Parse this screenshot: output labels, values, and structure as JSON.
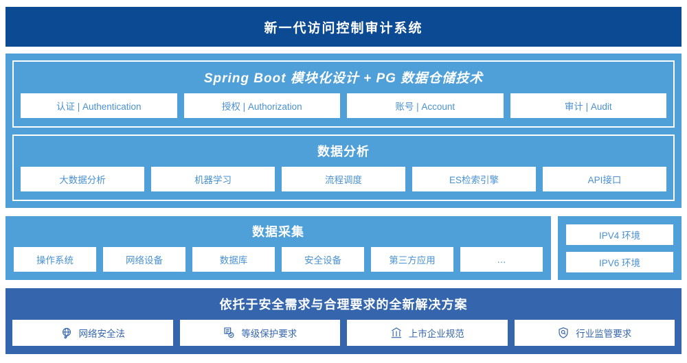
{
  "header": {
    "title": "新一代访问控制审计系统",
    "bg_color": "#0d4a94"
  },
  "colors": {
    "panel_blue": "#4f9fd8",
    "solution_blue": "#3566ad",
    "card_text": "#4a91d0",
    "solution_text": "#3566ad"
  },
  "platform": {
    "groups": [
      {
        "title": "Spring Boot 模块化设计 + PG 数据仓储技术",
        "cards": [
          {
            "label": "认证 | Authentication"
          },
          {
            "label": "授权 | Authorization"
          },
          {
            "label": "账号 | Account"
          },
          {
            "label": "审计 | Audit"
          }
        ]
      },
      {
        "title": "数据分析",
        "cards": [
          {
            "label": "大数据分析"
          },
          {
            "label": "机器学习"
          },
          {
            "label": "流程调度"
          },
          {
            "label": "ES检索引擎"
          },
          {
            "label": "API接口"
          }
        ]
      }
    ]
  },
  "collect": {
    "title": "数据采集",
    "cards": [
      {
        "label": "操作系统"
      },
      {
        "label": "网络设备"
      },
      {
        "label": "数据库"
      },
      {
        "label": "安全设备"
      },
      {
        "label": "第三方应用"
      },
      {
        "label": "…"
      }
    ]
  },
  "environment": {
    "cards": [
      {
        "label": "IPV4 环境"
      },
      {
        "label": "IPV6 环境"
      }
    ]
  },
  "solution": {
    "title": "依托于安全需求与合理要求的全新解决方案",
    "cards": [
      {
        "label": "网络安全法",
        "icon": "globe-icon"
      },
      {
        "label": "等级保护要求",
        "icon": "document-check-icon"
      },
      {
        "label": "上市企业规范",
        "icon": "bank-icon"
      },
      {
        "label": "行业监管要求",
        "icon": "shield-search-icon"
      }
    ]
  }
}
